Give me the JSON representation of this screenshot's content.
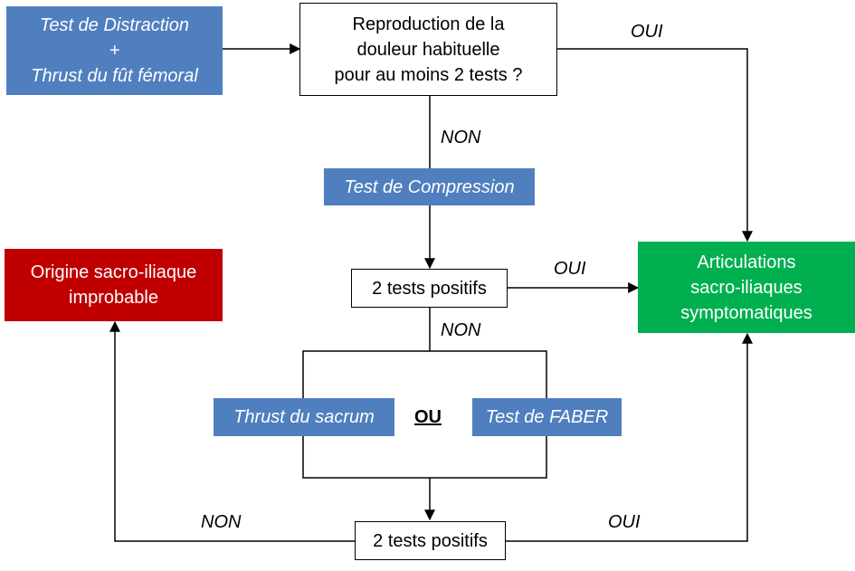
{
  "nodes": {
    "start": {
      "lines": [
        "Test de Distraction",
        "+",
        "Thrust du fût fémoral"
      ]
    },
    "question": {
      "lines": [
        "Reproduction de la",
        "douleur habituelle",
        "pour au moins 2 tests ?"
      ]
    },
    "compression": {
      "label": "Test de Compression"
    },
    "positive1": {
      "label": "2 tests positifs"
    },
    "sacrum": {
      "label": "Thrust du sacrum"
    },
    "or": {
      "label": "OU"
    },
    "faber": {
      "label": "Test de FABER"
    },
    "positive2": {
      "label": "2 tests positifs"
    },
    "improbable": {
      "lines": [
        "Origine sacro-iliaque",
        "improbable"
      ]
    },
    "symptomatic": {
      "lines": [
        "Articulations",
        "sacro-iliaques",
        "symptomatiques"
      ]
    }
  },
  "edge_labels": {
    "yes_top": "OUI",
    "no_1": "NON",
    "yes_mid": "OUI",
    "no_2": "NON",
    "no_bottom": "NON",
    "yes_bottom": "OUI"
  },
  "colors": {
    "blue": "#4f7fbf",
    "red": "#c00000",
    "green": "#00b050",
    "line": "#000000"
  }
}
